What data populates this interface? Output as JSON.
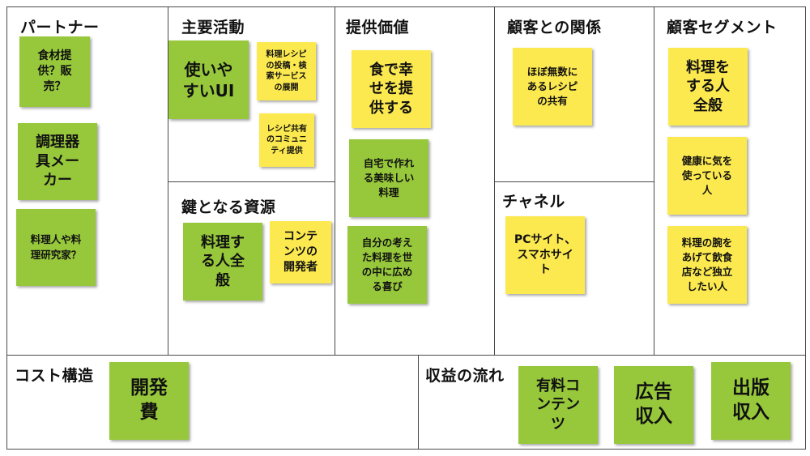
{
  "canvas": {
    "sections": {
      "partners": {
        "title": "パートナー",
        "notes": [
          {
            "text": "食材提\n供？販\n売？",
            "color": "green"
          },
          {
            "text": "調理器\n具メー\nカー",
            "color": "green"
          },
          {
            "text": "料理人や料\n理研究家？",
            "color": "green"
          }
        ]
      },
      "key_activities": {
        "title": "主要活動",
        "notes": [
          {
            "text": "使いや\nすいUI",
            "color": "green"
          },
          {
            "text": "料理レシピ\nの投稿・検\n索サービス\nの展開",
            "color": "yellow"
          },
          {
            "text": "レシピ共有\nのコミュニ\nティ提供",
            "color": "yellow"
          }
        ]
      },
      "key_resources": {
        "title": "鍵となる資源",
        "notes": [
          {
            "text": "料理す\nる人全\n般",
            "color": "green"
          },
          {
            "text": "コンテ\nンツの\n開発者",
            "color": "yellow"
          }
        ]
      },
      "value_propositions": {
        "title": "提供価値",
        "notes": [
          {
            "text": "食で幸\nせを提\n供する",
            "color": "yellow"
          },
          {
            "text": "自宅で作れ\nる美味しい\n料理",
            "color": "green"
          },
          {
            "text": "自分の考え\nた料理を世\nの中に広め\nる喜び",
            "color": "green"
          }
        ]
      },
      "customer_relationships": {
        "title": "顧客との関係",
        "notes": [
          {
            "text": "ほぼ無数に\nあるレシピ\nの共有",
            "color": "yellow"
          }
        ]
      },
      "channels": {
        "title": "チャネル",
        "notes": [
          {
            "text": "PCサイト、\nスマホサイ\nト",
            "color": "yellow"
          }
        ]
      },
      "customer_segments": {
        "title": "顧客セグメント",
        "notes": [
          {
            "text": "料理を\nする人\n全般",
            "color": "yellow"
          },
          {
            "text": "健康に気を\n使っている\n人",
            "color": "yellow"
          },
          {
            "text": "料理の腕を\nあげて飲食\n店など独立\nしたい人",
            "color": "yellow"
          }
        ]
      },
      "cost_structure": {
        "title": "コスト構造",
        "notes": [
          {
            "text": "開発\n費",
            "color": "green"
          }
        ]
      },
      "revenue_streams": {
        "title": "収益の流れ",
        "notes": [
          {
            "text": "有料コ\nンテン\nツ",
            "color": "green"
          },
          {
            "text": "広告\n収入",
            "color": "green"
          },
          {
            "text": "出版\n収入",
            "color": "green"
          }
        ]
      }
    },
    "colors": {
      "green": "#97c83b",
      "yellow": "#fce94f",
      "border": "#4a4a4a"
    }
  }
}
